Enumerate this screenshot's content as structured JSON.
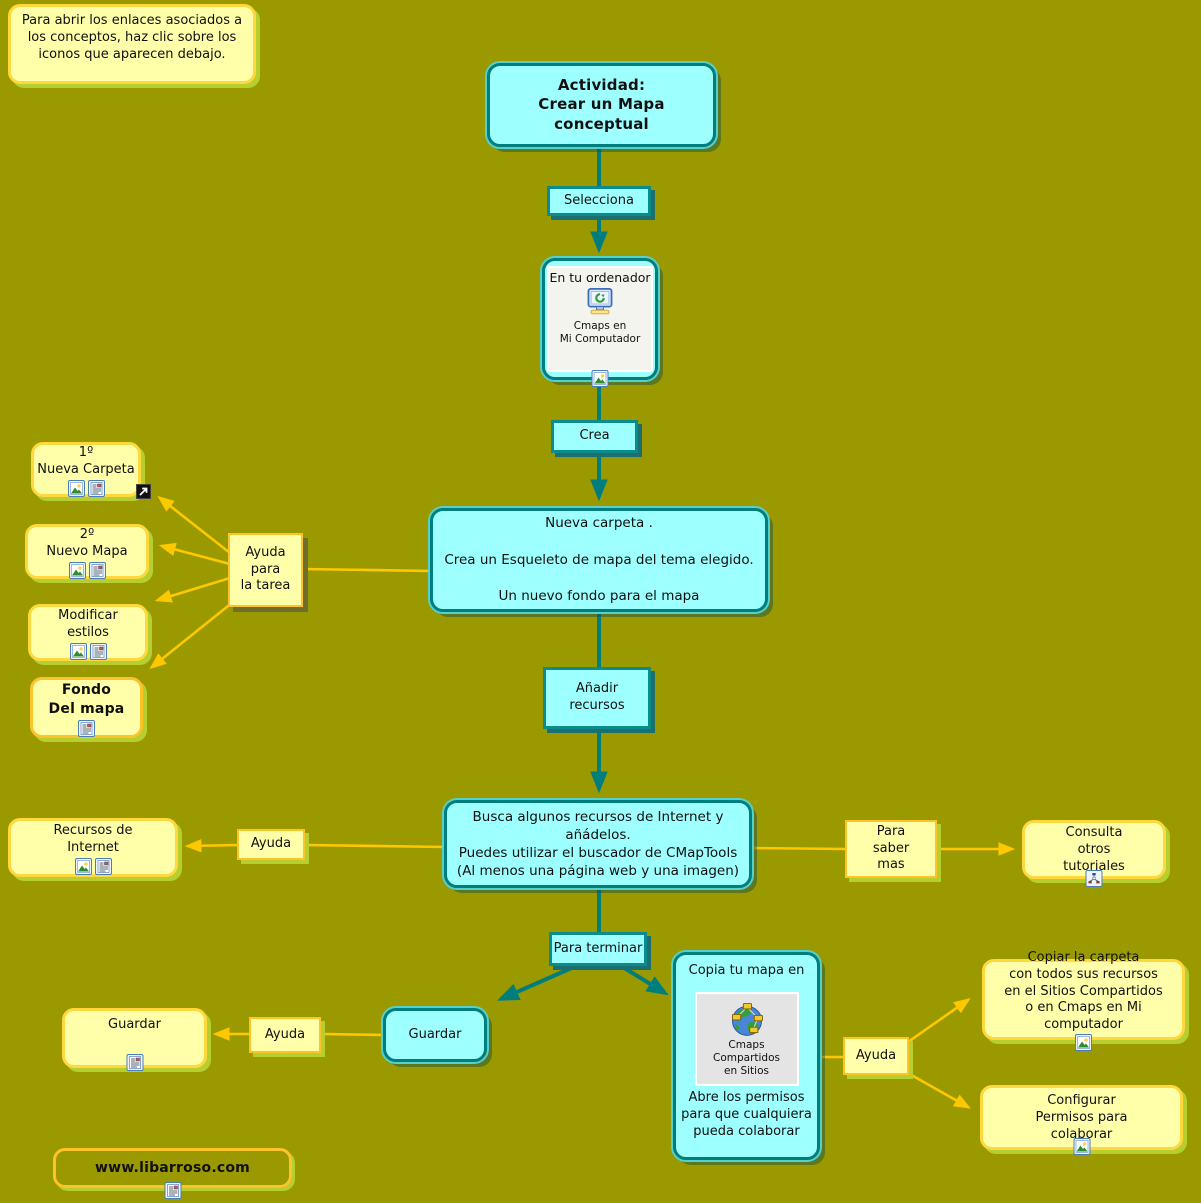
{
  "background_color": "#9a9a00",
  "accents": {
    "teal": "#007d7d",
    "cyan_fill": "#9effff",
    "note_fill": "#ffffaa",
    "orange": "#fdc800"
  },
  "instructions_note": "Para abrir los enlaces asociados a\nlos conceptos, haz clic sobre los\niconos que aparecen debajo.",
  "title": "Actividad:\nCrear un Mapa conceptual",
  "flow": {
    "selecciona": "Selecciona",
    "ordenador_label": "En tu ordenador",
    "ordenador_caption": "Cmaps en\nMi Computador",
    "crea": "Crea",
    "nueva_carpeta": "Nueva carpeta .\n\nCrea un Esqueleto de mapa del tema elegido.\n\nUn nuevo fondo para el mapa",
    "anadir_recursos": "Añadir\nrecursos",
    "busca_recursos": "Busca algunos recursos de Internet y añádelos.\nPuedes utilizar el buscador de CMapTools\n(Al menos una página web y una imagen)",
    "para_terminar": "Para terminar",
    "guardar": "Guardar",
    "copia_label": "Copia tu mapa en",
    "copia_caption": "Cmaps Compartidos\nen Sitios",
    "copia_footer": "Abre los permisos\npara que cualquiera\npueda colaborar"
  },
  "helpers": {
    "ayuda_tarea": "Ayuda\npara\nla tarea",
    "ayuda_recursos": "Ayuda",
    "para_saber_mas": "Para\nsaber\nmas",
    "ayuda_guardar": "Ayuda",
    "ayuda_copia": "Ayuda"
  },
  "notes": {
    "nueva_carpeta": "1º\nNueva Carpeta",
    "nuevo_mapa": "2º\nNuevo Mapa",
    "modificar_estilos": "Modificar\nestilos",
    "fondo_mapa": "Fondo\nDel mapa",
    "recursos_internet": "Recursos de\nInternet",
    "consulta_tutoriales": "Consulta\notros\ntutoriales",
    "guardar": "Guardar",
    "copiar_carpeta": "Copiar la carpeta\ncon todos sus recursos\nen el Sitios Compartidos\no en Cmaps en Mi computador",
    "configurar_permisos": "Configurar\nPermisos para\ncolaborar",
    "web": "www.libarroso.com"
  }
}
